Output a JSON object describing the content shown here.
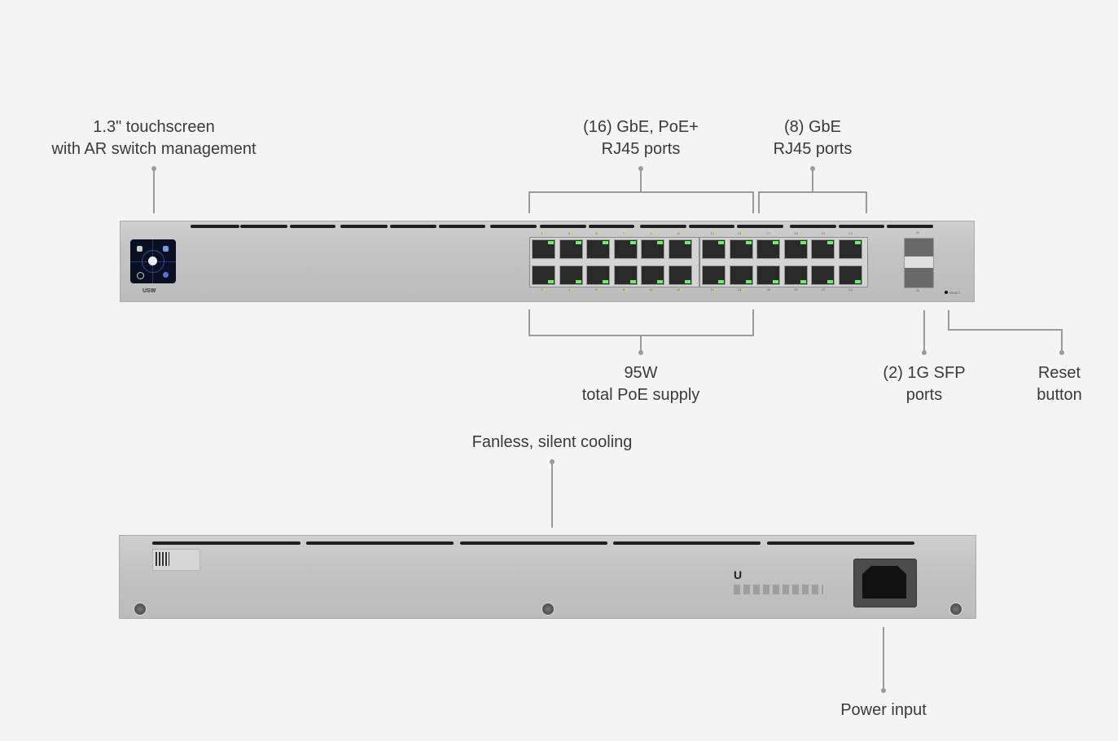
{
  "callouts": {
    "touchscreen": [
      "1.3\" touchscreen",
      "with AR switch management"
    ],
    "poe_ports": [
      "(16) GbE, PoE+",
      "RJ45 ports"
    ],
    "gbe_ports": [
      "(8) GbE",
      "RJ45 ports"
    ],
    "poe_supply": [
      "95W",
      "total PoE supply"
    ],
    "sfp_ports": [
      "(2) 1G SFP",
      "ports"
    ],
    "reset": [
      "Reset",
      "button"
    ],
    "cooling": "Fanless, silent cooling",
    "power": "Power input"
  },
  "front_panel": {
    "model_badge": "USW",
    "reset_label": "RESET",
    "top_port_labels": [
      "1⚡",
      "3⚡",
      "5⚡",
      "7⚡",
      "9⚡",
      "11⚡",
      "13⚡",
      "15⚡",
      "17",
      "19",
      "21",
      "23"
    ],
    "bottom_port_labels": [
      "2⚡",
      "4⚡",
      "6⚡",
      "8⚡",
      "10⚡",
      "12⚡",
      "14⚡",
      "16⚡",
      "18",
      "20",
      "22",
      "24"
    ],
    "sfp_labels": [
      "25",
      "26"
    ]
  },
  "colors": {
    "led": "#6cf06c",
    "line": "#9a9a9a"
  }
}
